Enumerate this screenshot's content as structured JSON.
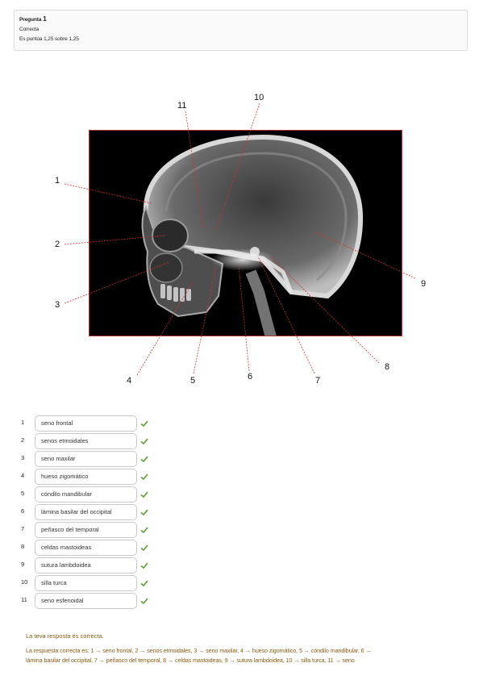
{
  "question": {
    "label": "Pregunta",
    "number": "1",
    "state": "Correcta",
    "grade": "Es puntúa 1,25 sobre 1,25"
  },
  "figure": {
    "labels": [
      "1",
      "2",
      "3",
      "4",
      "5",
      "6",
      "7",
      "8",
      "9",
      "10",
      "11"
    ]
  },
  "answers": [
    {
      "num": "1",
      "value": "seno frontal"
    },
    {
      "num": "2",
      "value": "senos etmoidales"
    },
    {
      "num": "3",
      "value": "seno maxilar"
    },
    {
      "num": "4",
      "value": "hueso zigomático"
    },
    {
      "num": "5",
      "value": "cóndilo mandibular"
    },
    {
      "num": "6",
      "value": "lámina basilar del occipital"
    },
    {
      "num": "7",
      "value": "peñasco del temporal"
    },
    {
      "num": "8",
      "value": "celdas mastoideas"
    },
    {
      "num": "9",
      "value": "sutura lambdoidea"
    },
    {
      "num": "10",
      "value": "silla turca"
    },
    {
      "num": "11",
      "value": "seno esfenoidal"
    }
  ],
  "feedback": {
    "correct_text": "La teva resposta és correcta.",
    "answer_line1": "La respuesta correcta es: 1 → seno frontal, 2 → senos etmoidales, 3 → seno maxilar, 4 → hueso zigomático, 5 → cóndilo mandibular, 6 →",
    "answer_line2": "lámina basilar del occipital, 7 → peñasco del temporal, 8 → celdas mastoideas, 9 → sutura lambdoidea, 10 → silla turca, 11 → seno"
  },
  "colors": {
    "check": "#5a9e3a",
    "feedback": "#8a5a12",
    "leader_line": "#d03030"
  }
}
